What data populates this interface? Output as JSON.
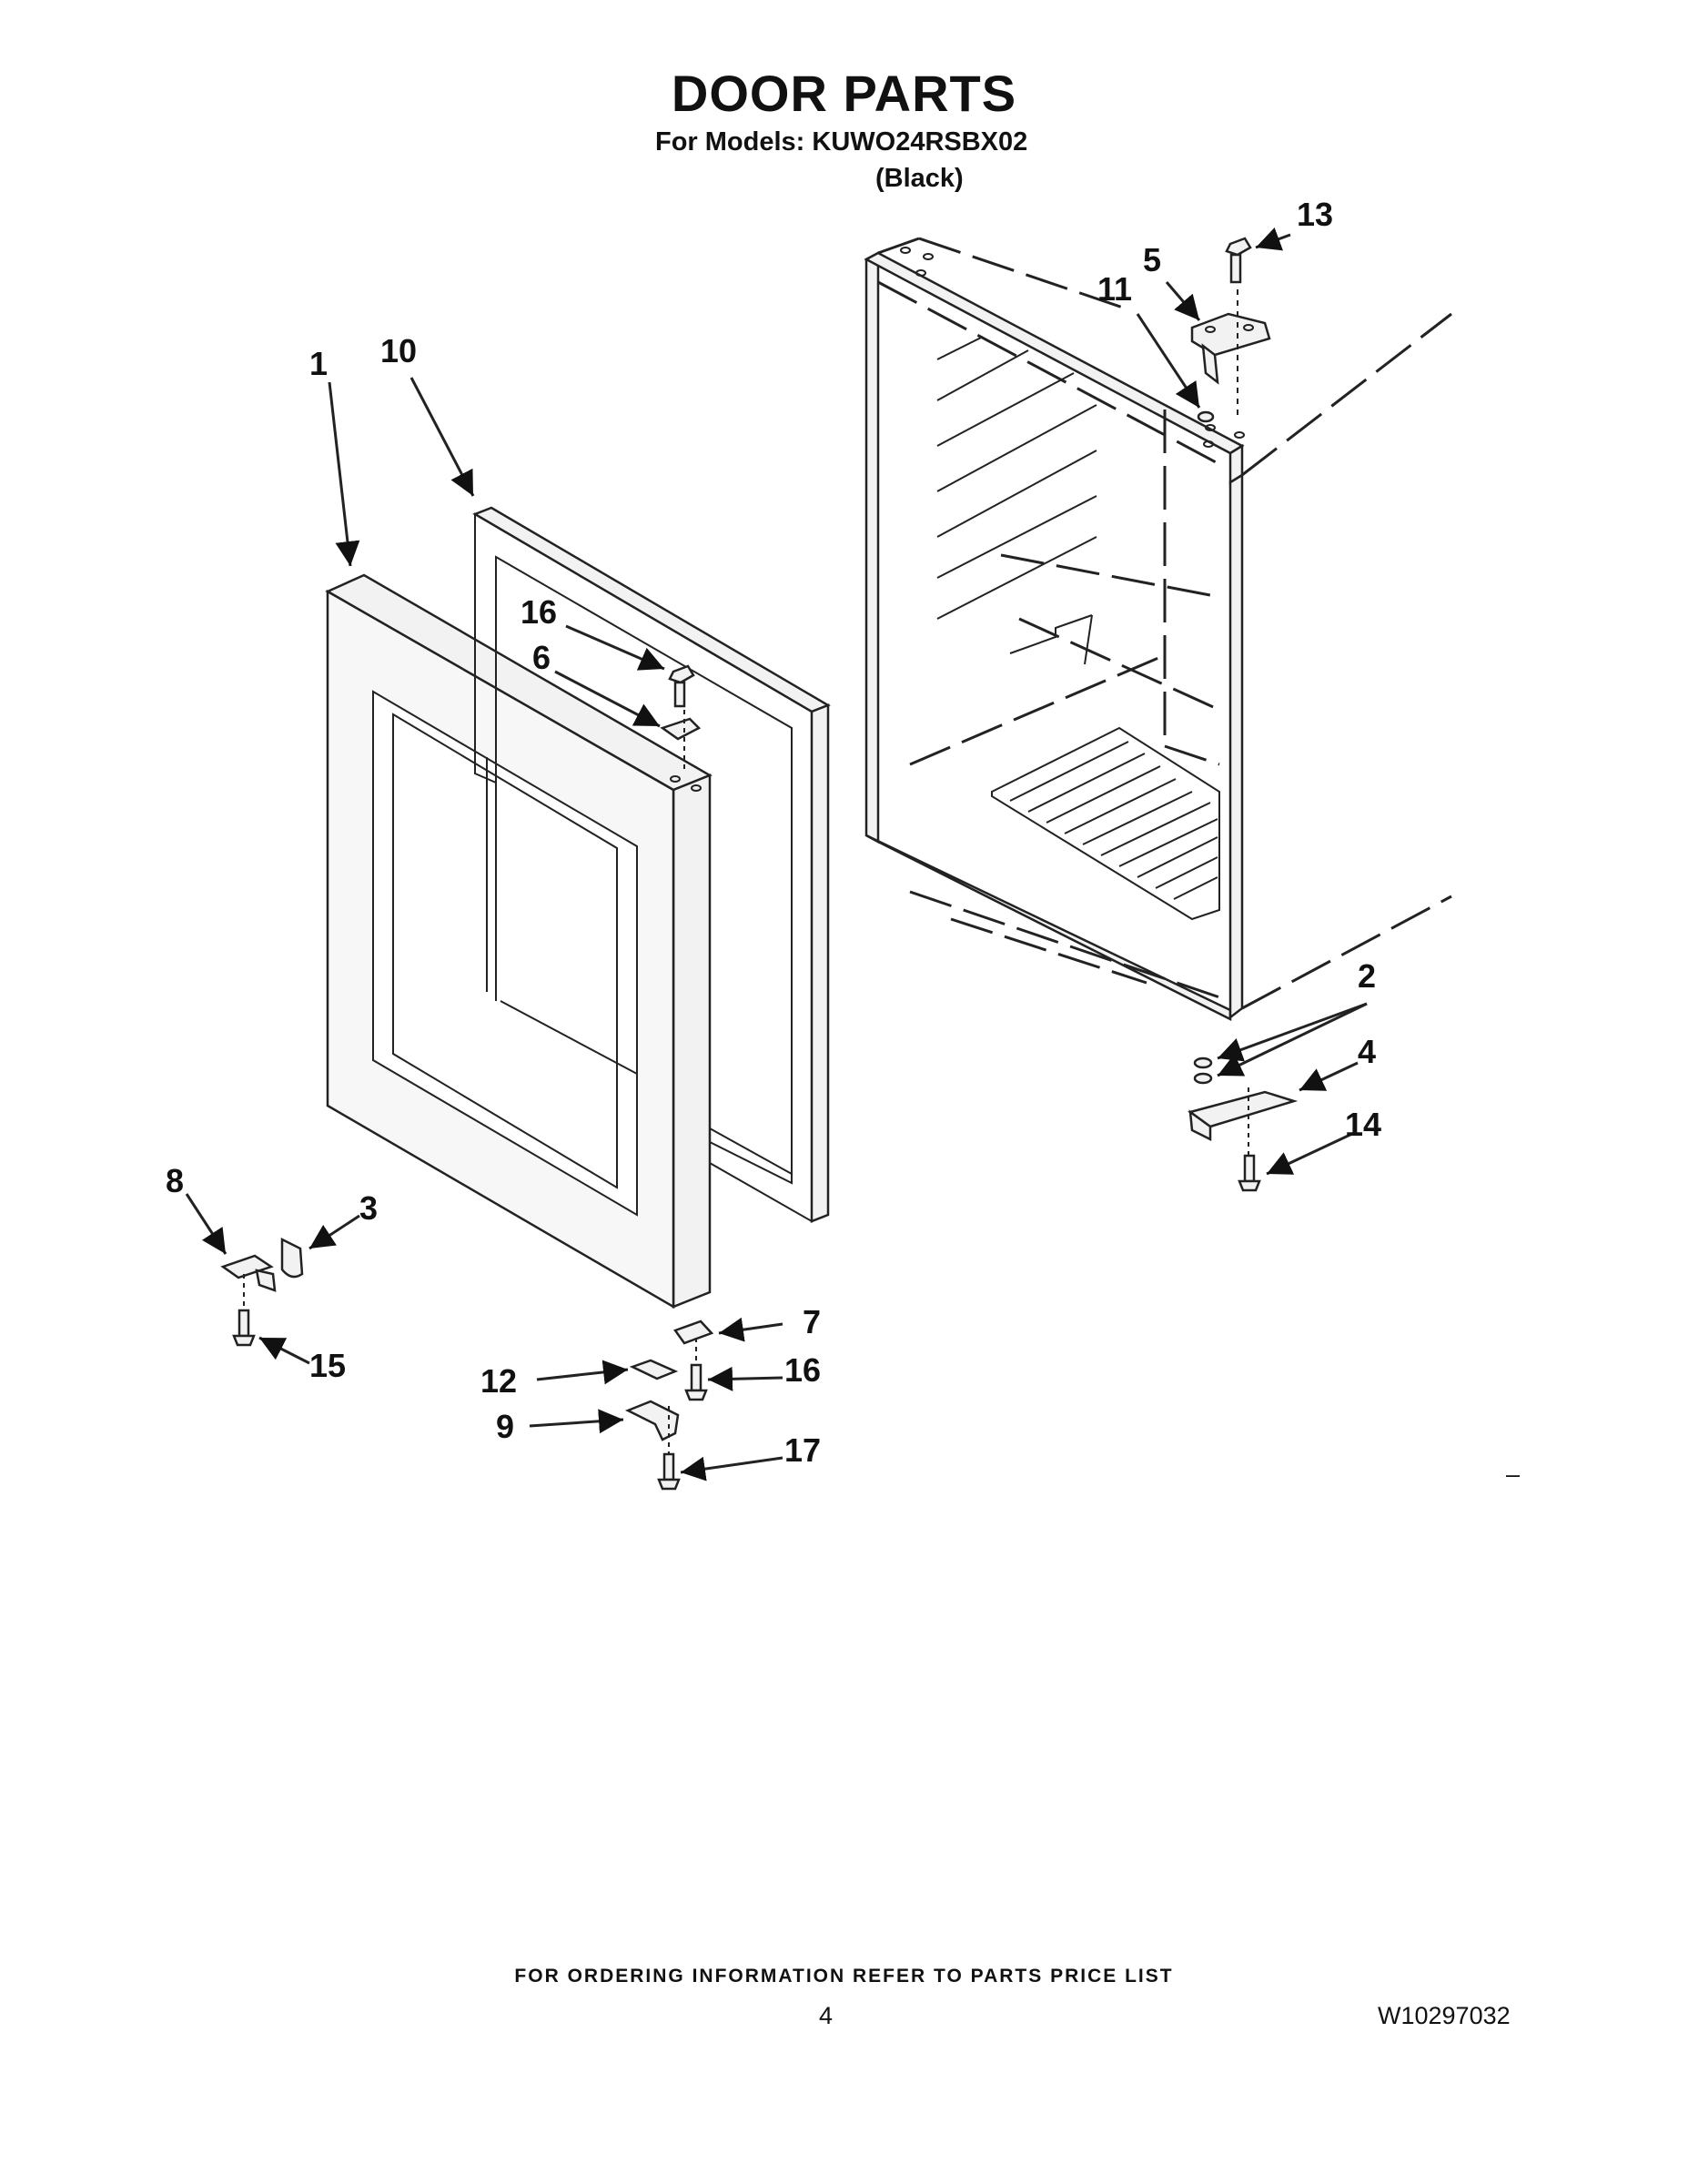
{
  "header": {
    "title": "DOOR PARTS",
    "models": "For Models: KUWO24RSBX02",
    "color": "(Black)"
  },
  "callouts": [
    "1",
    "10",
    "16",
    "6",
    "13",
    "5",
    "11",
    "2",
    "4",
    "14",
    "8",
    "3",
    "15",
    "7",
    "12",
    "16",
    "9",
    "17"
  ],
  "misc_mark": "–",
  "footer": {
    "note": "FOR ORDERING INFORMATION REFER TO PARTS PRICE LIST",
    "page_number": "4",
    "document_number": "W10297032"
  }
}
